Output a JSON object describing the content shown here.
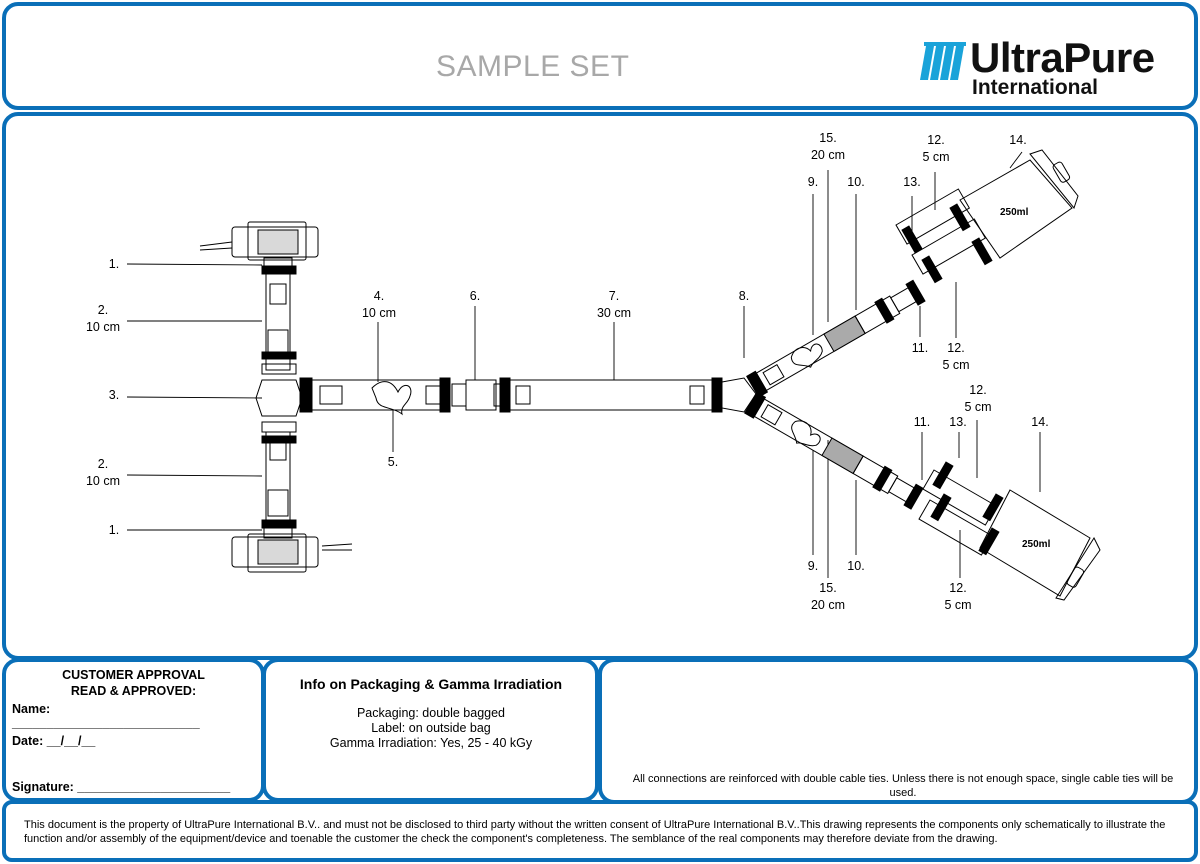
{
  "header": {
    "title": "SAMPLE SET",
    "logo": {
      "name": "UltraPure",
      "sub": "International",
      "brand_color": "#1aa3d9"
    }
  },
  "colors": {
    "frame": "#0a6fb8"
  },
  "diagram": {
    "labels": [
      {
        "id": "l1a",
        "line1": "1.",
        "line2": ""
      },
      {
        "id": "l2a",
        "line1": "2.",
        "line2": "10 cm"
      },
      {
        "id": "l3",
        "line1": "3.",
        "line2": ""
      },
      {
        "id": "l2b",
        "line1": "2.",
        "line2": "10 cm"
      },
      {
        "id": "l1b",
        "line1": "1.",
        "line2": ""
      },
      {
        "id": "l4",
        "line1": "4.",
        "line2": "10 cm"
      },
      {
        "id": "l5",
        "line1": "5.",
        "line2": ""
      },
      {
        "id": "l6",
        "line1": "6.",
        "line2": ""
      },
      {
        "id": "l7",
        "line1": "7.",
        "line2": "30 cm"
      },
      {
        "id": "l8",
        "line1": "8.",
        "line2": ""
      },
      {
        "id": "l15a",
        "line1": "15.",
        "line2": "20 cm"
      },
      {
        "id": "l9a",
        "line1": "9.",
        "line2": ""
      },
      {
        "id": "l10a",
        "line1": "10.",
        "line2": ""
      },
      {
        "id": "l13a",
        "line1": "13.",
        "line2": ""
      },
      {
        "id": "l12a",
        "line1": "12.",
        "line2": "5 cm"
      },
      {
        "id": "l14a",
        "line1": "14.",
        "line2": ""
      },
      {
        "id": "l11a",
        "line1": "11.",
        "line2": ""
      },
      {
        "id": "l12b",
        "line1": "12.",
        "line2": "5 cm"
      },
      {
        "id": "l12c",
        "line1": "12.",
        "line2": "5 cm"
      },
      {
        "id": "l11b",
        "line1": "11.",
        "line2": ""
      },
      {
        "id": "l13b",
        "line1": "13.",
        "line2": ""
      },
      {
        "id": "l14b",
        "line1": "14.",
        "line2": ""
      },
      {
        "id": "l9b",
        "line1": "9.",
        "line2": ""
      },
      {
        "id": "l10b",
        "line1": "10.",
        "line2": ""
      },
      {
        "id": "l15b",
        "line1": "15.",
        "line2": "20 cm"
      },
      {
        "id": "l12d",
        "line1": "12.",
        "line2": "5 cm"
      }
    ],
    "bag_label": "250ml"
  },
  "approval": {
    "heading1": "CUSTOMER APPROVAL",
    "heading2": "READ & APPROVED:",
    "name_label": "Name:",
    "name_line": "___________________________",
    "date_label": "Date: __/__/__",
    "signature_label": "Signature: ______________________"
  },
  "info": {
    "heading": "Info on Packaging & Gamma Irradiation",
    "packaging": "Packaging: double bagged",
    "label": "Label: on outside bag",
    "gamma": "Gamma Irradiation: Yes, 25 - 40 kGy"
  },
  "notes": {
    "text": "All connections are reinforced with double cable ties. Unless there is not enough space, single cable ties will be used."
  },
  "footer": {
    "disclaimer": "This document is the property of UltraPure International B.V.. and must not be disclosed to third party without the written consent of UltraPure International B.V..This drawing represents the components only schematically to illustrate the function and/or assembly of the equipment/device and toenable the customer the check the component's completeness. The semblance of the real components may therefore deviate from the drawing."
  }
}
